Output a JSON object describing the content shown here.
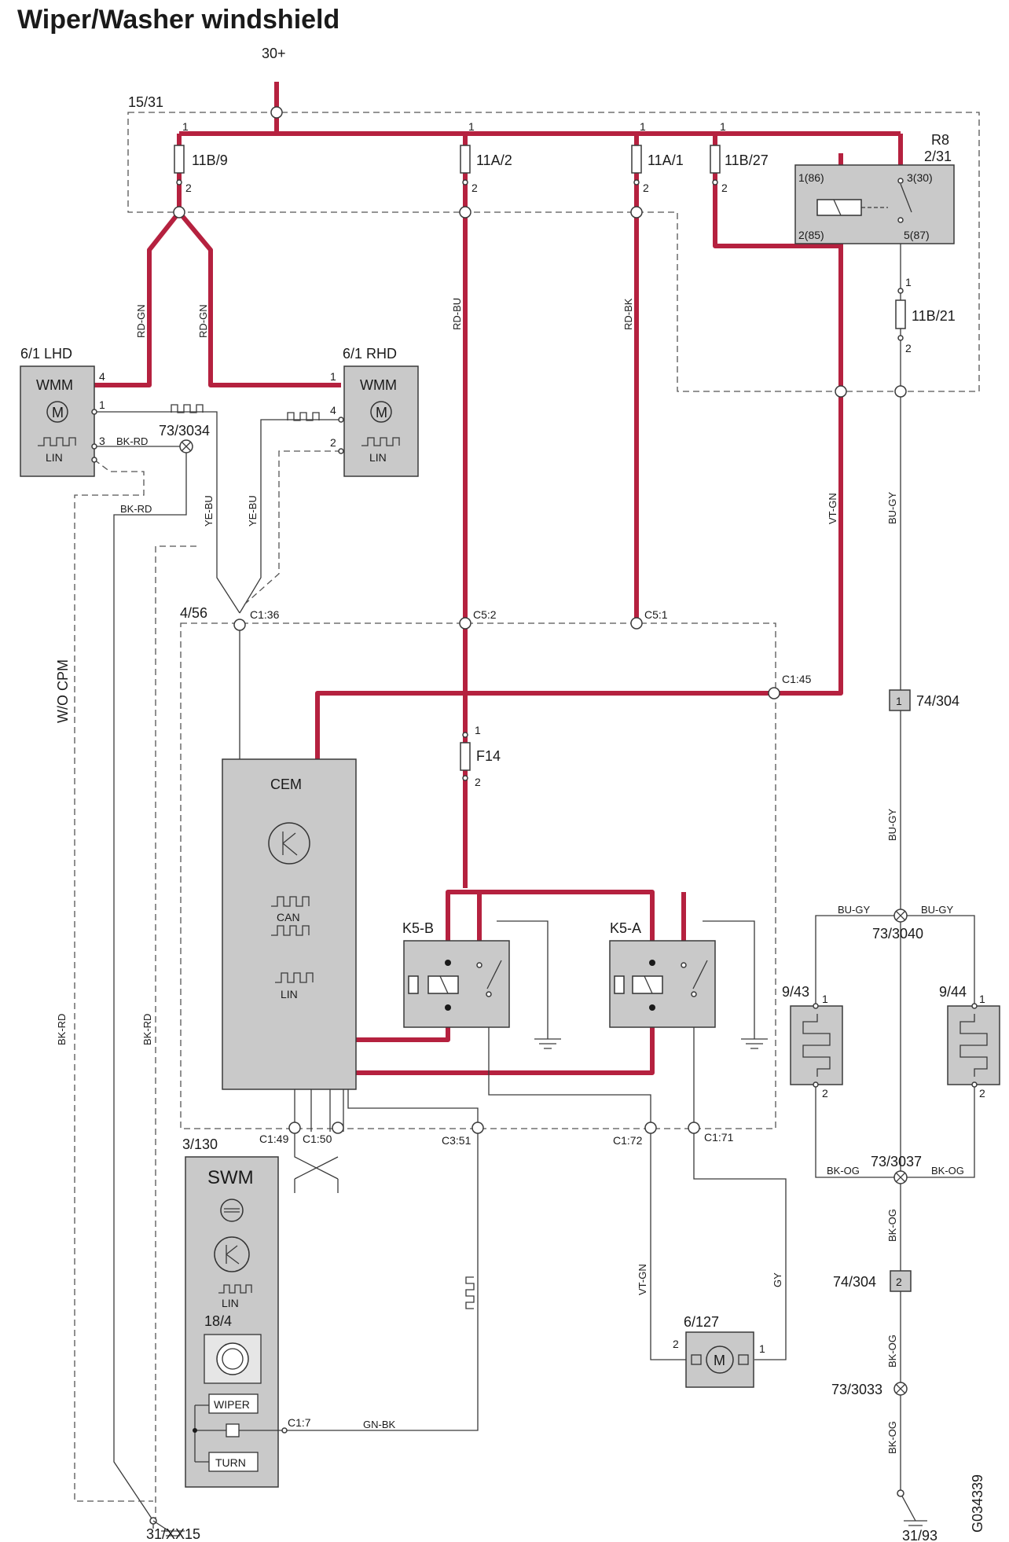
{
  "title": "Wiper/Washer windshield",
  "figure_id": "G034339",
  "supply": {
    "battery": "30+",
    "ignition": "15/31"
  },
  "fuses": {
    "f1": "11B/9",
    "f2": "11A/2",
    "f3": "11A/1",
    "f4": "11B/27",
    "f5": "11B/21",
    "f14": "F14"
  },
  "pins": {
    "p1": "1",
    "p2": "2",
    "p3": "3",
    "p4": "4"
  },
  "relay_r8": {
    "name": "R8",
    "ref": "2/31",
    "p86": "1(86)",
    "p30": "3(30)",
    "p85": "2(85)",
    "p87": "5(87)"
  },
  "wmm_lhd": {
    "ref": "6/1 LHD",
    "name": "WMM",
    "lin": "LIN",
    "motor": "M"
  },
  "wmm_rhd": {
    "ref": "6/1 RHD",
    "name": "WMM",
    "lin": "LIN",
    "motor": "M"
  },
  "splices": {
    "s3034": "73/3034",
    "s3040": "73/3040",
    "s3037": "73/3037",
    "s3033": "73/3033"
  },
  "wire_colors": {
    "rd_gn": "RD-GN",
    "rd_bu": "RD-BU",
    "rd_bk": "RD-BK",
    "vt_gn": "VT-GN",
    "bu_gy": "BU-GY",
    "bk_rd": "BK-RD",
    "ye_bu": "YE-BU",
    "bk_og": "BK-OG",
    "gy": "GY",
    "gn_bk": "GN-BK"
  },
  "cem": {
    "ref": "4/56",
    "name": "CEM",
    "can": "CAN",
    "lin": "LIN",
    "c1_36": "C1:36",
    "c5_2": "C5:2",
    "c5_1": "C5:1",
    "c1_45": "C1:45",
    "c1_49": "C1:49",
    "c1_50": "C1:50",
    "c3_51": "C3:51",
    "c1_72": "C1:72",
    "c1_71": "C1:71"
  },
  "relays": {
    "k5b": "K5-B",
    "k5a": "K5-A"
  },
  "connectors": {
    "c74_304": "74/304",
    "pin1": "1",
    "pin2": "2"
  },
  "heaters": {
    "h1": "9/43",
    "h2": "9/44"
  },
  "washer_pump": {
    "ref": "6/127",
    "motor": "M"
  },
  "swm": {
    "ref": "3/130",
    "name": "SWM",
    "lin": "LIN",
    "switch_ref": "18/4",
    "wiper": "WIPER",
    "turn": "TURN",
    "c1_7": "C1:7"
  },
  "labels": {
    "wo_cpm": "W/O CPM"
  },
  "grounds": {
    "g_left": "31/XX15",
    "g_right": "31/93"
  }
}
